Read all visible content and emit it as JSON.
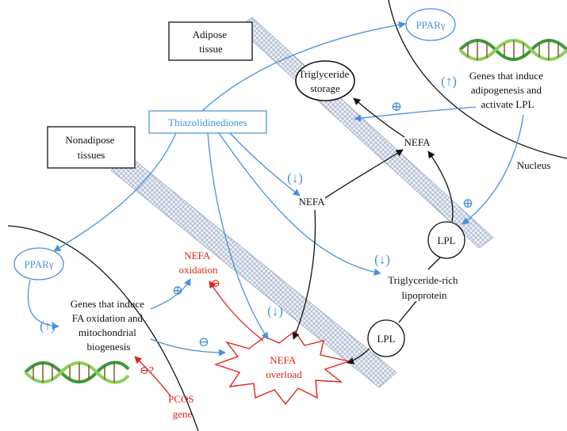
{
  "colors": {
    "blue": "#4a90d9",
    "red": "#e0231c",
    "black": "#111111",
    "vessel": "#aeb8cc"
  },
  "labels": {
    "adipose_tissue": [
      "Adipose",
      "tissue"
    ],
    "nonadipose_tissues": [
      "Nonadipose",
      "tissues"
    ],
    "thiazolidinediones": "Thiazolidinediones",
    "pparg_top": "PPARγ",
    "pparg_left": "PPARγ",
    "triglyceride_storage": [
      "Triglyceride",
      "storage"
    ],
    "genes_adipogenesis": [
      "Genes that induce",
      "adipogenesis and",
      "activate LPL"
    ],
    "nucleus": "Nucleus",
    "nefa_upper": "NEFA",
    "nefa_middle": "NEFA",
    "lpl_upper": "LPL",
    "lpl_lower": "LPL",
    "trl": [
      "Triglyceride-rich",
      "lipoprotein"
    ],
    "nefa_oxidation": [
      "NEFA",
      "oxidation"
    ],
    "genes_fa_oxidation": [
      "Genes that induce",
      "FA oxidation and",
      "mitochondrial",
      "biogenesis"
    ],
    "nefa_overload": [
      "NEFA",
      "overload"
    ],
    "pcos_gene": [
      "PCOS",
      "gene"
    ]
  },
  "signs": {
    "up_top": "(↑)",
    "up_left": "(↑)",
    "down_nefa": "(↓)",
    "down_trl": "(↓)",
    "down_overload": "(↓)",
    "plus_storage": "⊕",
    "plus_lpl": "⊕",
    "plus_oxidation": "⊕",
    "minus_oxidation": "⊖",
    "minus_overload": "⊖",
    "minus_pcos": "⊖?"
  },
  "icons": [
    "dna-icon",
    "dna-icon"
  ]
}
